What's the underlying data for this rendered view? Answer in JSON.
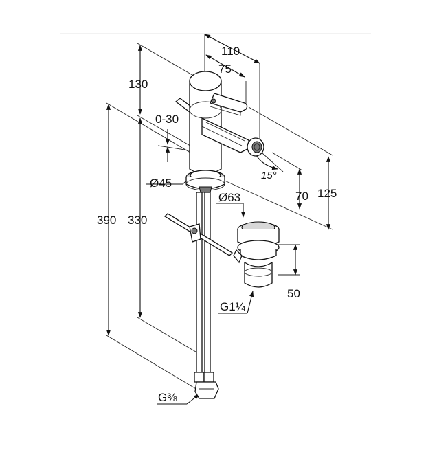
{
  "dimensions": {
    "spout_reach": "110",
    "lever_reach": "75",
    "top_height": "130",
    "angle_range": "0-30",
    "base_diameter": "Ø45",
    "total_height": "390",
    "lower_height": "330",
    "waste_diameter": "Ø63",
    "waste_height": "50",
    "waste_thread": "G1¼",
    "supply_thread": "G⅜",
    "nozzle_angle": "15°",
    "nozzle_height": "70",
    "spout_height": "125"
  }
}
